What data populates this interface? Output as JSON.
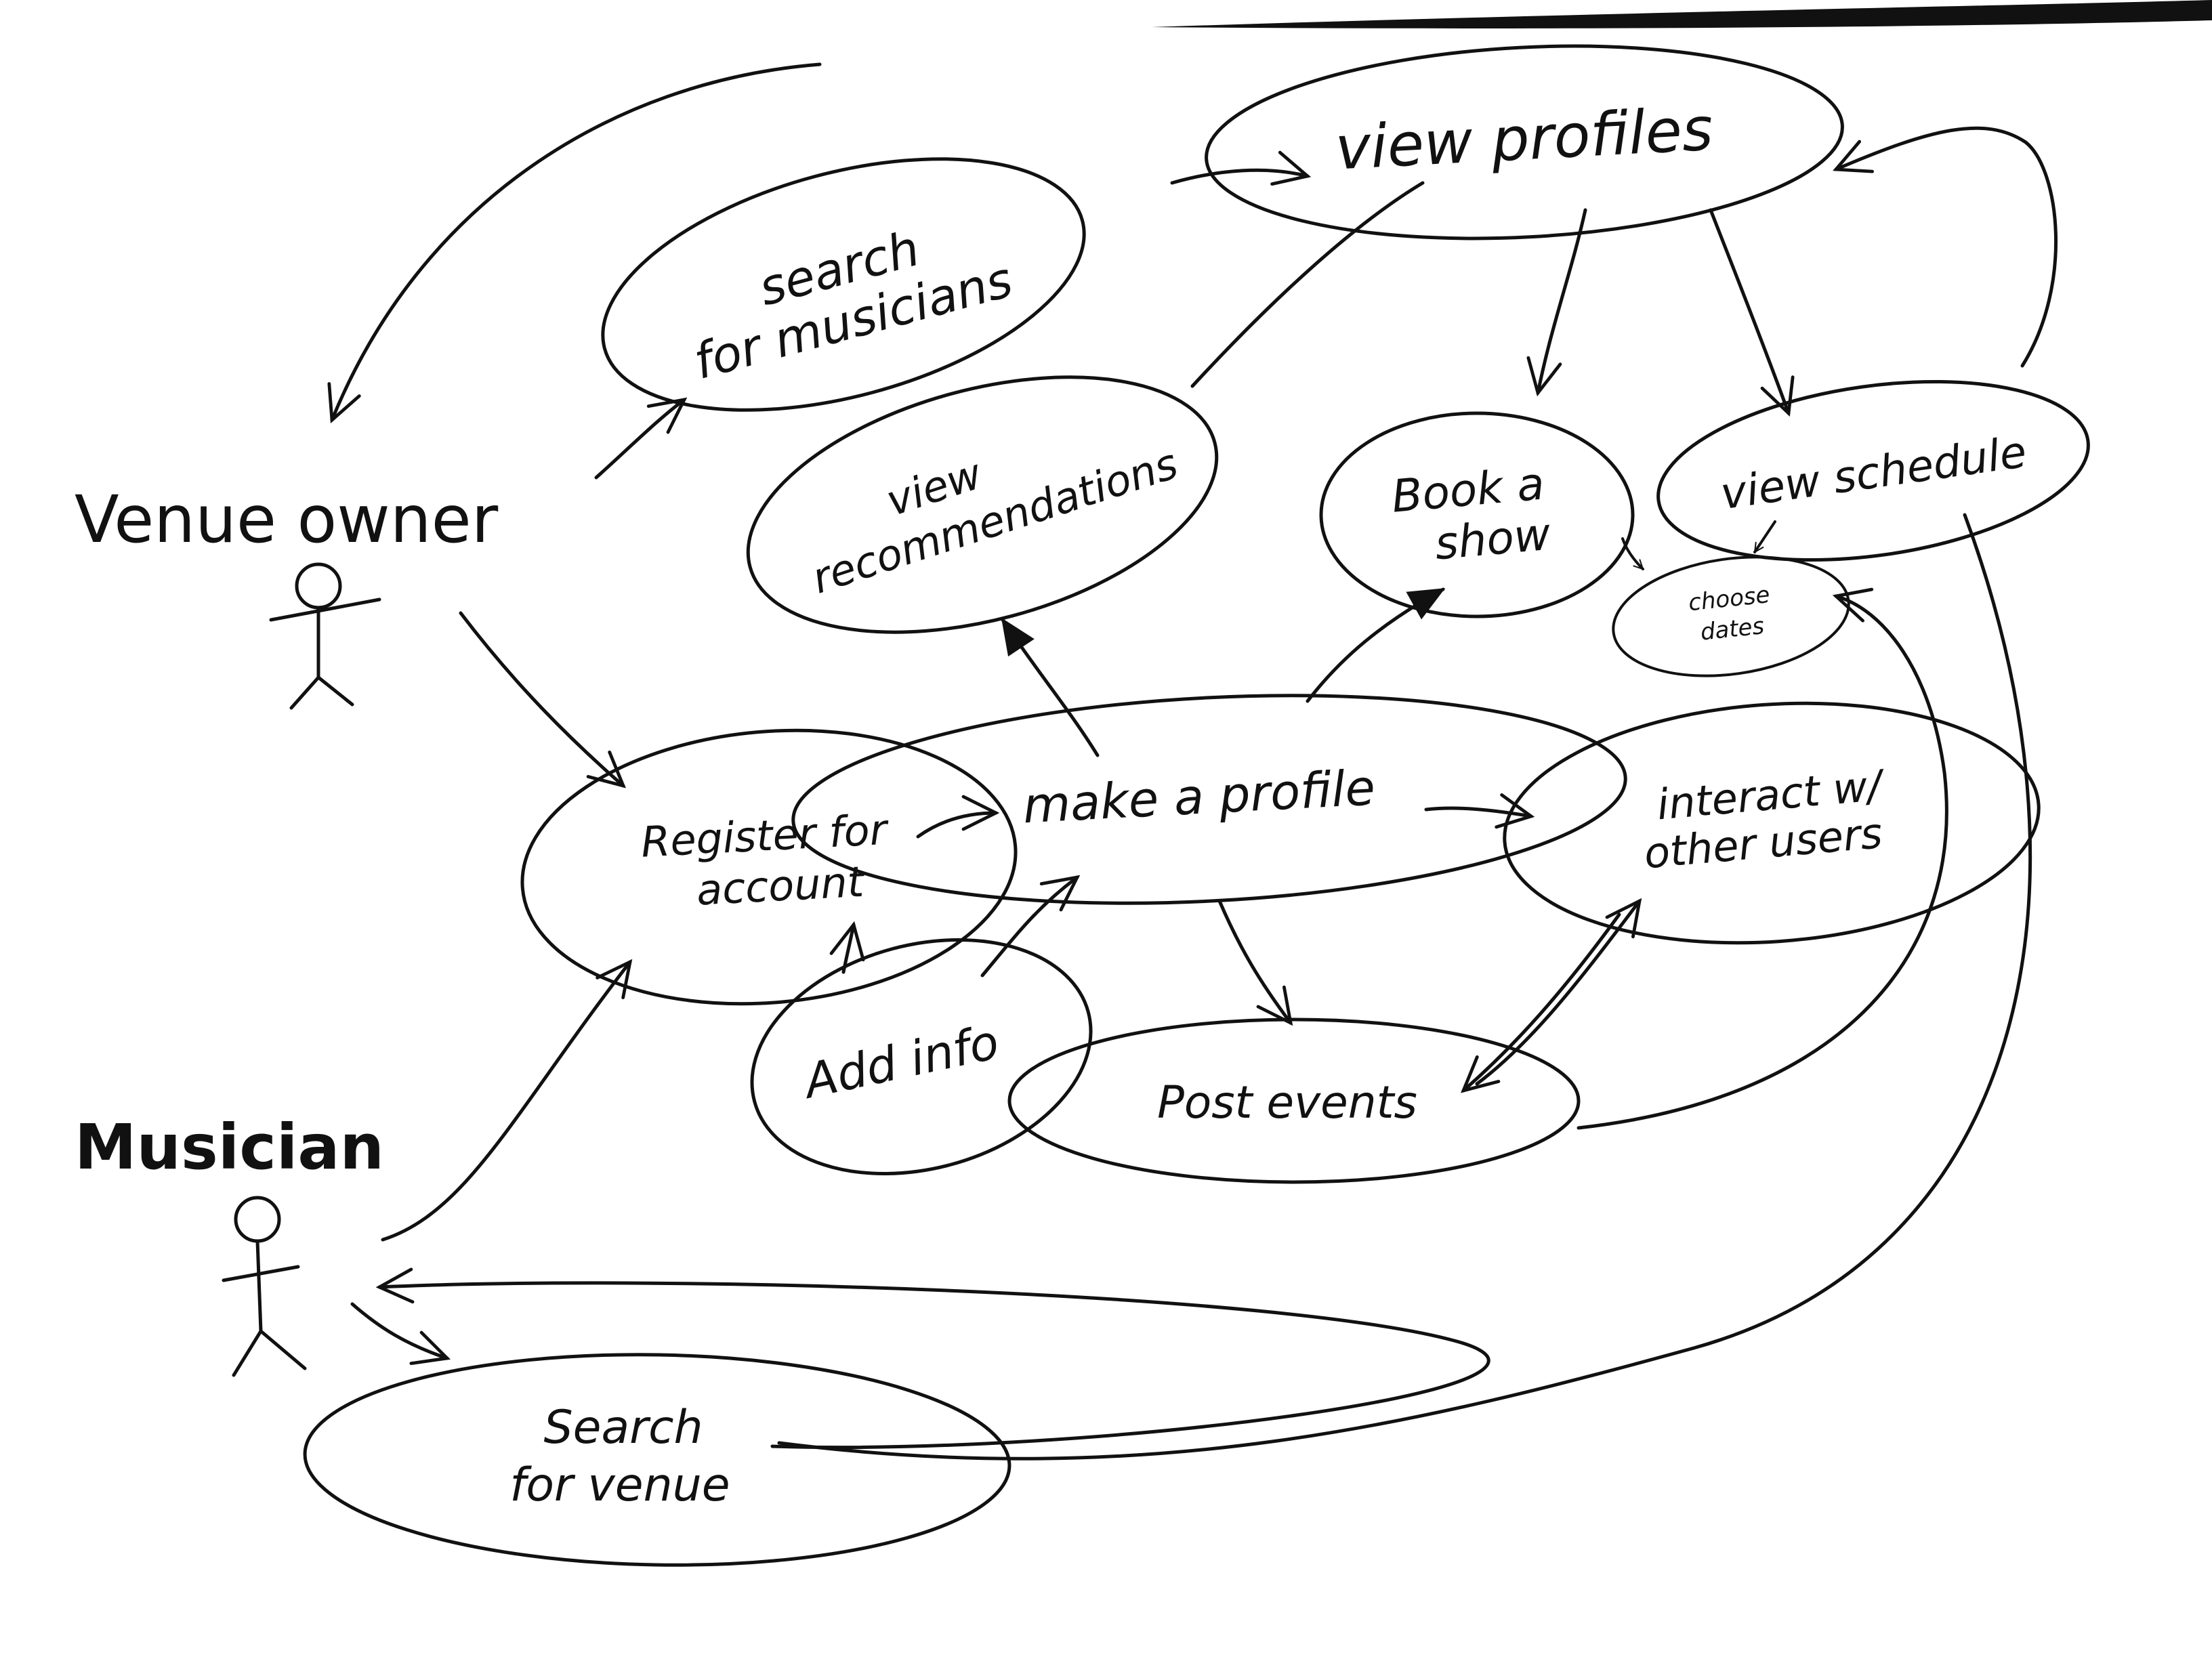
{
  "actors": {
    "venue_owner": "Venue owner",
    "musician": "Musician"
  },
  "use_cases": {
    "search_musicians": [
      "search",
      "for musicians"
    ],
    "view_profiles": "view profiles",
    "view_recommendations": [
      "view",
      "recommendations"
    ],
    "book_a_show": [
      "Book a",
      "show"
    ],
    "view_schedule": "view schedule",
    "choose_dates": [
      "choose",
      "dates"
    ],
    "register_account": [
      "Register for",
      "account"
    ],
    "make_a_profile": "make a profile",
    "interact_users": [
      "interact w/",
      "other users"
    ],
    "add_info": "Add info",
    "post_events": "Post events",
    "search_venue": [
      "Search",
      "for venue"
    ]
  },
  "colors": {
    "ink": "#111111",
    "paper": "#ffffff"
  }
}
